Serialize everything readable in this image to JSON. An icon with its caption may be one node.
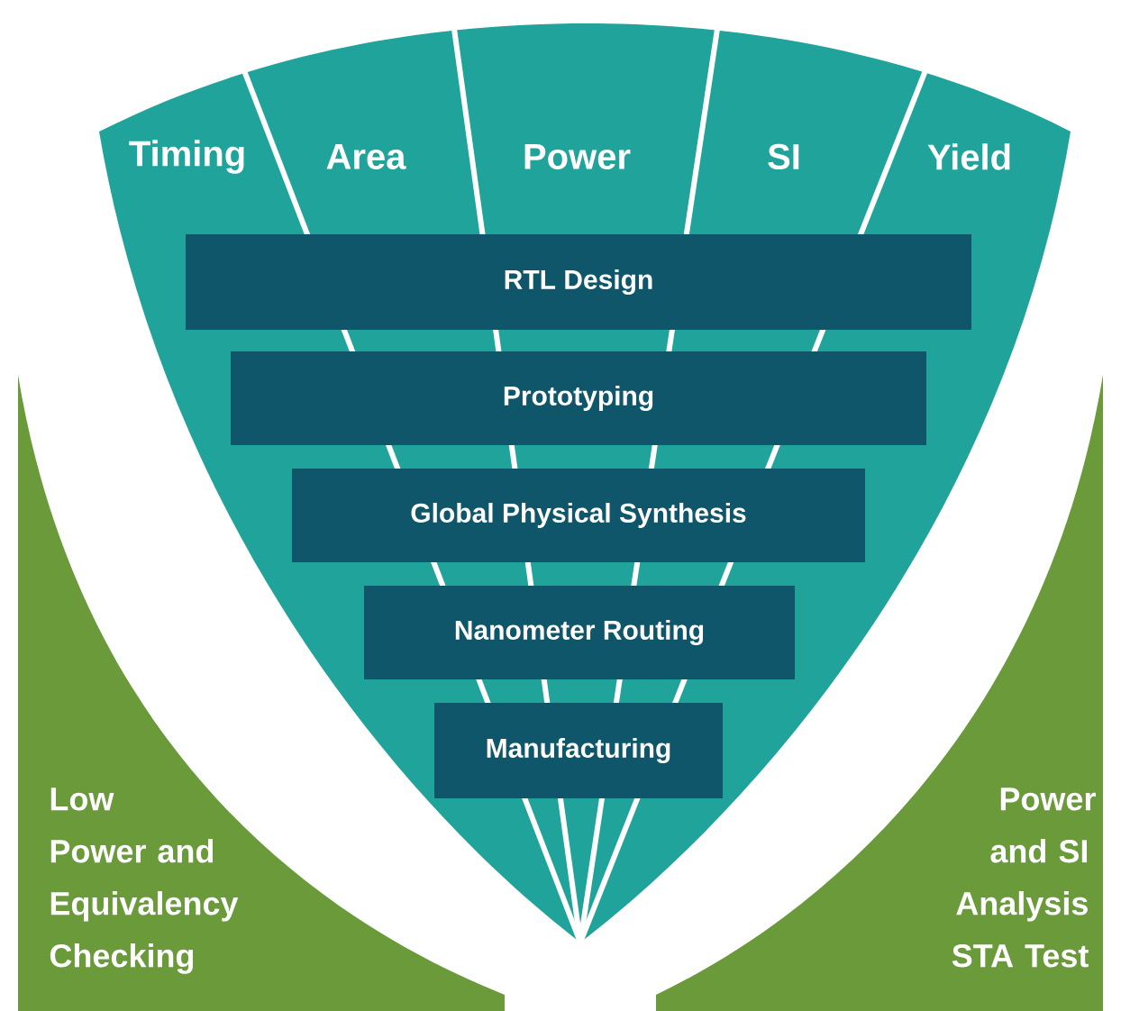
{
  "diagram": {
    "nodes": [
      {
        "text": [
          "Low Power and Equivalency Checking"
        ]
      },
      {
        "text": [
          "Power and SI Analysis STA Test"
        ]
      },
      {
        "text": [
          "RTL Design"
        ]
      },
      {
        "text": [
          "Prototyping"
        ]
      },
      {
        "text": [
          "Global Physical Synthesis"
        ]
      },
      {
        "text": [
          "Nanometer Routing"
        ]
      },
      {
        "text": [
          "Manufacturing"
        ]
      }
    ],
    "labels": [
      "Timing",
      "Area",
      "Power",
      "SI",
      "Yield"
    ]
  }
}
